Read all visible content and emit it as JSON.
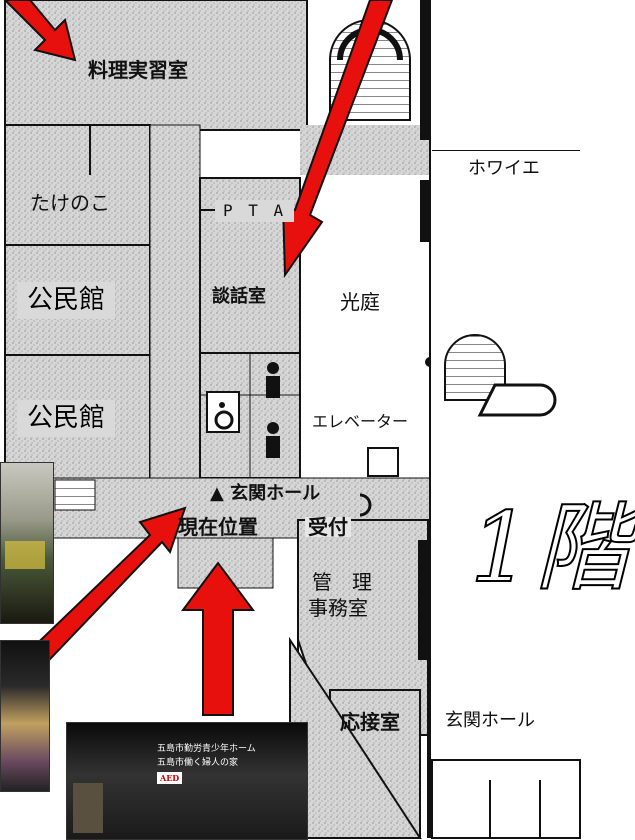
{
  "rooms": {
    "cooking_room": "料理実習室",
    "foyer": "ホワイエ",
    "takenoko": "たけのこ",
    "pta": "P T A",
    "community_hall_1": "公民館",
    "lounge": "談話室",
    "courtyard": "光庭",
    "community_hall_2": "公民館",
    "elevator": "エレベーター",
    "entrance_hall": "▲ 玄関ホール",
    "current_location": "現在位置",
    "reception": "受付",
    "office_line1": "管　理",
    "office_line2": "事務室",
    "reception_room": "応接室",
    "entrance_hall_right": "玄関ホール"
  },
  "floor_label": "1階",
  "photo_sign": {
    "line1": "五島市勤労青少年ホーム",
    "line2": "五島市働く婦人の家",
    "aed": "AED"
  },
  "colors": {
    "arrow": "#e8100c",
    "tag_bg": "#d9d9d9",
    "floor_fill": "#cfcfcf",
    "wall": "#111111"
  },
  "icons": [
    "red-arrow",
    "toilet-man-icon",
    "wheelchair-toilet-icon",
    "staircase-icon"
  ]
}
